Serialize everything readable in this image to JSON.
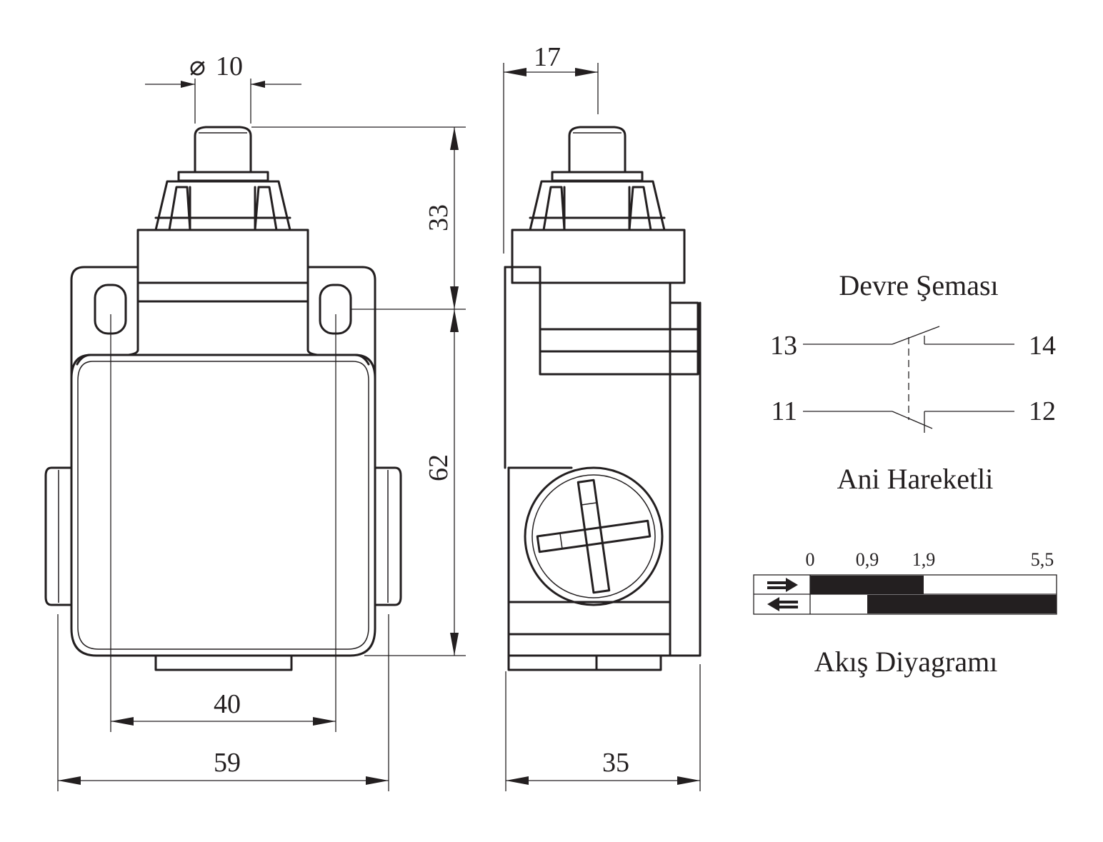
{
  "dimensions": {
    "diameter": "10",
    "diameter_symbol": "⌀",
    "actuator_width": "17",
    "height_top": "33",
    "height_body": "62",
    "hole_spacing": "40",
    "width_front": "59",
    "depth_side": "35"
  },
  "circuit": {
    "title": "Devre Şeması",
    "terminals": {
      "no_in": "13",
      "no_out": "14",
      "nc_in": "11",
      "nc_out": "12"
    },
    "subtitle": "Ani Hareketli"
  },
  "flow": {
    "title": "Akış Diyagramı",
    "ticks": [
      "0",
      "0,9",
      "1,9",
      "5,5"
    ],
    "rows": [
      {
        "direction": "forward",
        "icon": "arrow-right-icon",
        "closed_from": 0,
        "closed_to": 1.9
      },
      {
        "direction": "return",
        "icon": "arrow-left-icon",
        "closed_from": 0.9,
        "closed_to": 5.5
      }
    ],
    "range": [
      0,
      5.5
    ]
  },
  "colors": {
    "ink": "#231f20",
    "background": "#ffffff"
  }
}
